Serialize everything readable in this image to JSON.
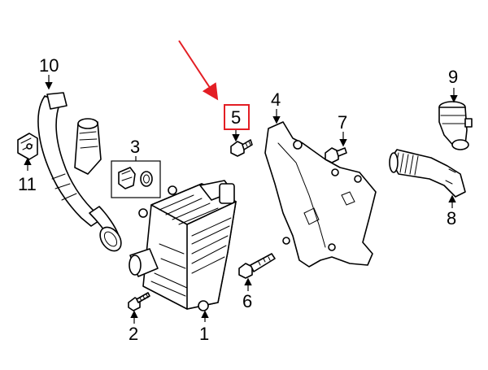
{
  "callouts": {
    "c1": "1",
    "c2": "2",
    "c3": "3",
    "c4": "4",
    "c5": "5",
    "c6": "6",
    "c7": "7",
    "c8": "8",
    "c9": "9",
    "c10": "10",
    "c11": "11"
  },
  "highlight": {
    "callout": "5",
    "color": "#e31e24"
  },
  "line_color": "#000000",
  "background": "#ffffff"
}
